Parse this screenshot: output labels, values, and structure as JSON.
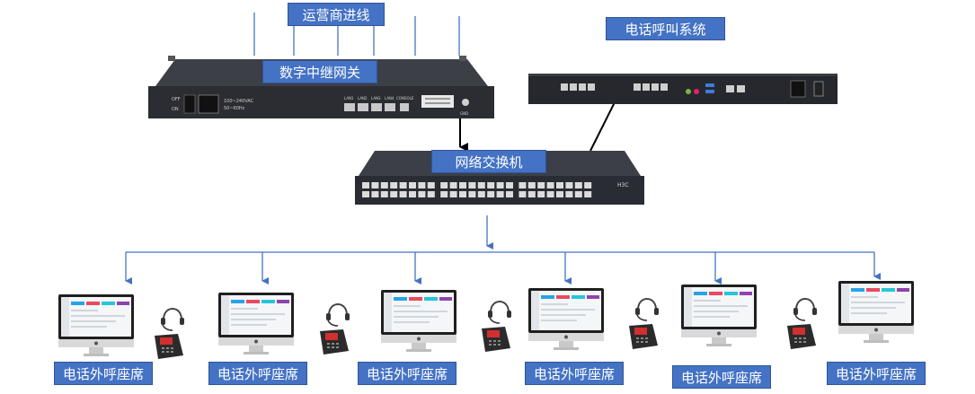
{
  "labels": {
    "carrier_line": "运营商进线",
    "digital_trunk_gateway": "数字中继网关",
    "call_system": "电话呼叫系统",
    "network_switch": "网络交换机"
  },
  "gateway_panel": {
    "switch_off": "OFF",
    "switch_on": "ON",
    "power_rating": "100~240VAC",
    "frequency": "50~60Hz",
    "port_labels": [
      "LAN1",
      "LAN2",
      "LAN3",
      "LAN4"
    ],
    "console_label": "CONSOLE",
    "gnd_label": "GND"
  },
  "switch_brand": "H3C",
  "seats": [
    {
      "label": "电话外呼座席"
    },
    {
      "label": "电话外呼座席"
    },
    {
      "label": "电话外呼座席"
    },
    {
      "label": "电话外呼座席"
    },
    {
      "label": "电话外呼座席"
    },
    {
      "label": "电话外呼座席"
    }
  ],
  "colors": {
    "label_bg": "#4472c4",
    "label_text": "#ffffff",
    "connector": "#4472c4",
    "cable": "#000000",
    "device_dark": "#2b2d33"
  }
}
